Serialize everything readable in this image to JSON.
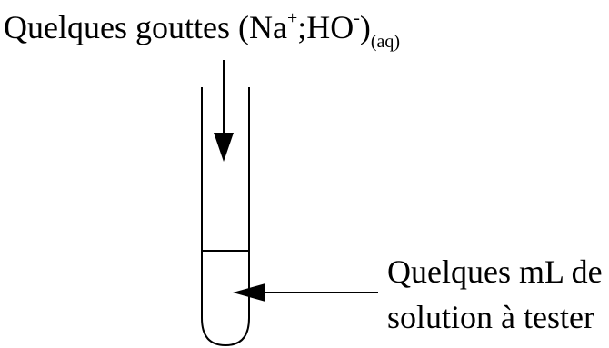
{
  "reagent_label": {
    "text": "Quelques gouttes (Na",
    "cation_charge": "+",
    "separator": ";HO",
    "anion_charge": "-",
    "closing": ")",
    "state": "(aq)"
  },
  "solution_label": {
    "line1": "Quelques mL de",
    "line2": "solution à tester"
  }
}
